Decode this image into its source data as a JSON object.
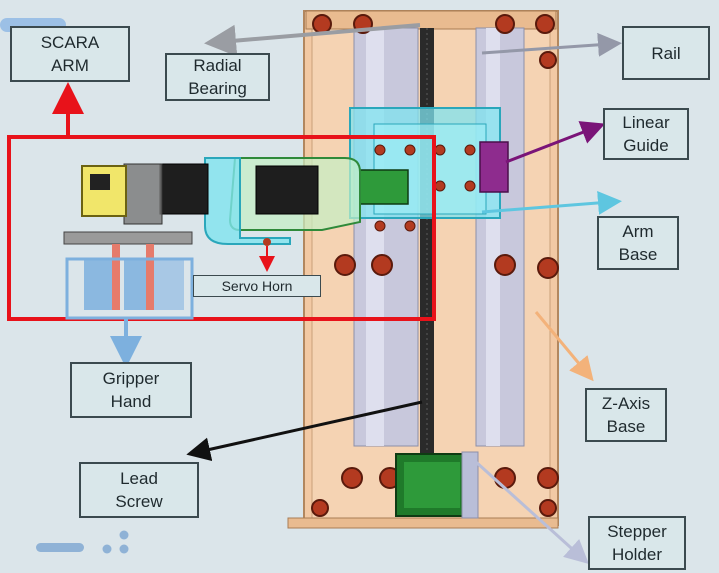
{
  "labels": {
    "scara_arm": "SCARA\nARM",
    "radial_bearing": "Radial\nBearing",
    "rail": "Rail",
    "linear_guide": "Linear\nGuide",
    "arm_base": "Arm\nBase",
    "servo_horn": "Servo Horn",
    "z_axis_base": "Z-Axis\nBase",
    "gripper_hand": "Gripper\nHand",
    "lead_screw": "Lead\nScrew",
    "stepper_holder": "Stepper\nHolder"
  },
  "colors": {
    "background": "#dbe5ea",
    "scara_box": "#e8121a",
    "radial_bearing_arrow": "#9a9da3",
    "rail_arrow": "#9498a8",
    "linear_guide_arrow": "#7a1478",
    "arm_base_arrow": "#5ec6e0",
    "z_axis_arrow": "#f3b27a",
    "gripper_arrow": "#7db0de",
    "lead_screw_arrow": "#111111",
    "stepper_arrow": "#b9bed8",
    "servo_arrow": "#e8121a"
  }
}
